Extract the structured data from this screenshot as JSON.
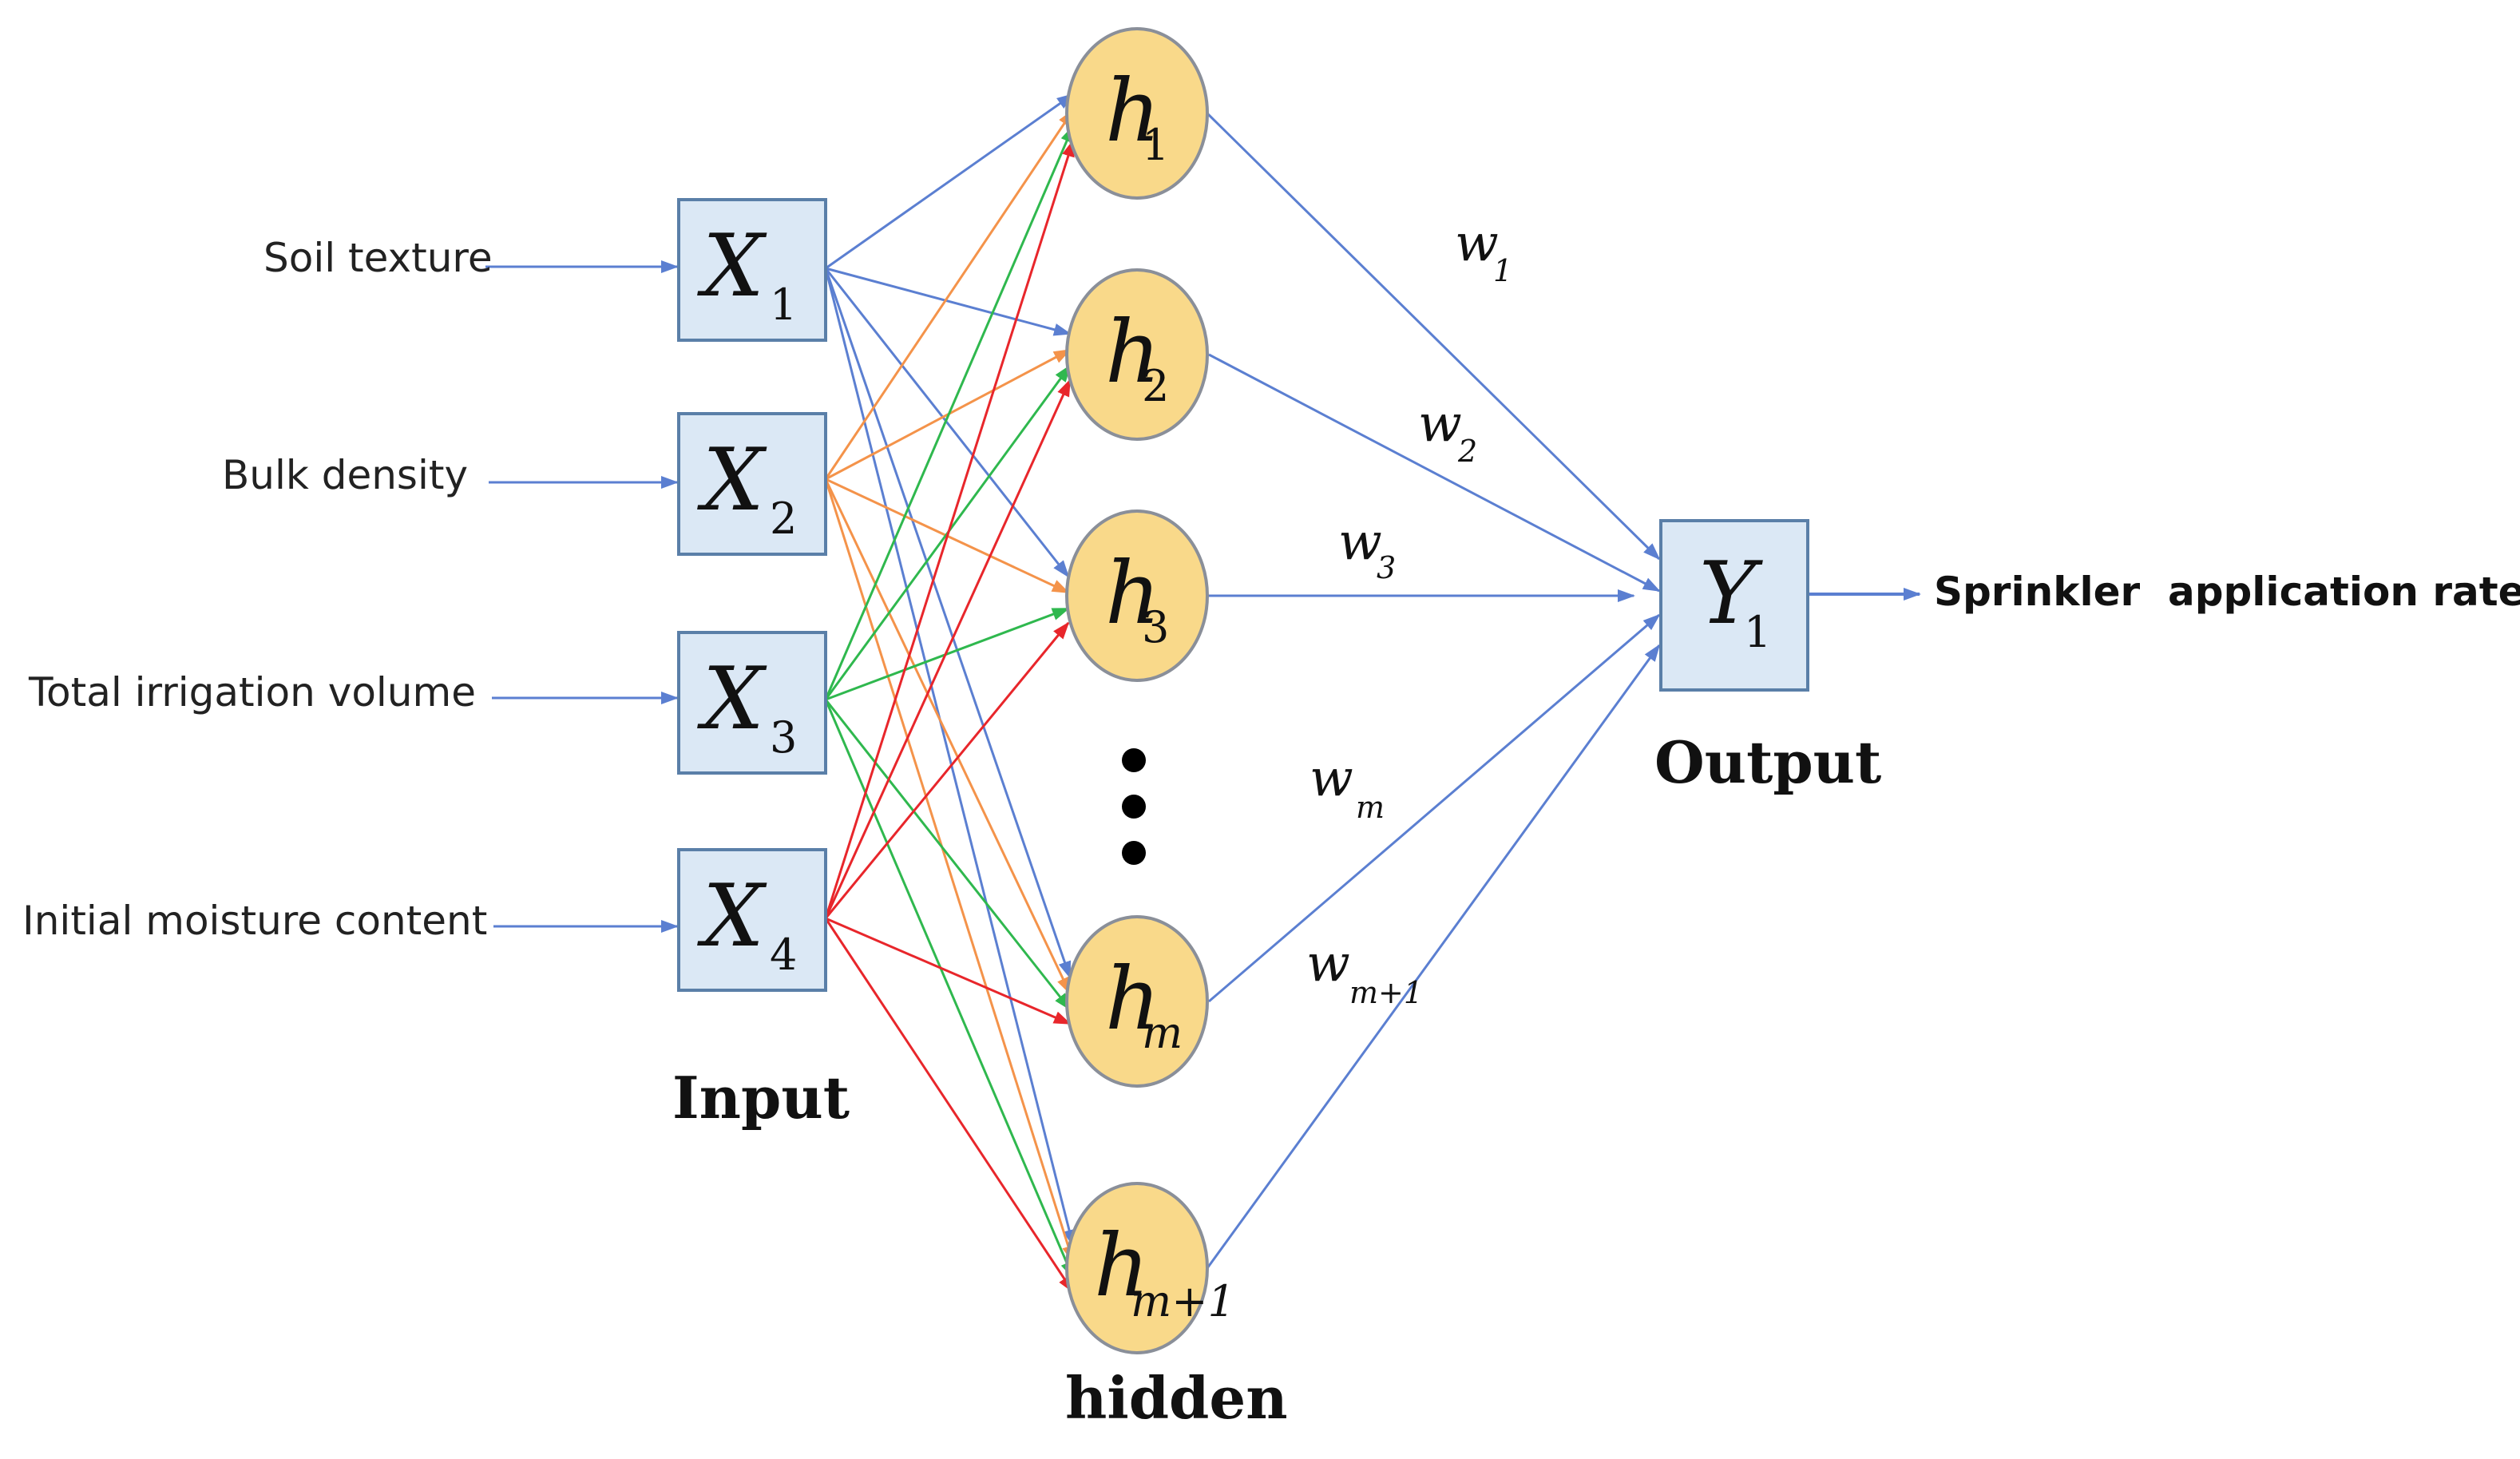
{
  "colors": {
    "input_to_hidden_x1": "#5b7fd1",
    "input_to_hidden_x2": "#f4934a",
    "input_to_hidden_x3": "#2fb84e",
    "input_to_hidden_x4": "#e8262b",
    "hidden_to_output": "#5b7fd1",
    "feature_arrow": "#5b7fd1",
    "input_box_fill": "#dbe8f5",
    "hidden_node_fill": "#f9d98a"
  },
  "inputs": [
    {
      "feature": "Soil texture",
      "symbol": "X",
      "sub": "1"
    },
    {
      "feature": "Bulk density",
      "symbol": "X",
      "sub": "2"
    },
    {
      "feature": "Total irrigation volume",
      "symbol": "X",
      "sub": "3"
    },
    {
      "feature": "Initial moisture content",
      "symbol": "X",
      "sub": "4"
    }
  ],
  "hidden": [
    {
      "symbol": "h",
      "sub": "1"
    },
    {
      "symbol": "h",
      "sub": "2"
    },
    {
      "symbol": "h",
      "sub": "3"
    },
    {
      "symbol": "h",
      "sub": "m"
    },
    {
      "symbol": "h",
      "sub": "m+1"
    }
  ],
  "output": {
    "symbol": "Y",
    "sub": "1",
    "label": "Sprinkler  application rate"
  },
  "weights": [
    {
      "symbol": "w",
      "sub": "1"
    },
    {
      "symbol": "w",
      "sub": "2"
    },
    {
      "symbol": "w",
      "sub": "3"
    },
    {
      "symbol": "w",
      "sub": "m"
    },
    {
      "symbol": "w",
      "sub": "m+1"
    }
  ],
  "section_labels": {
    "input": "Input",
    "hidden": "hidden",
    "output": "Output"
  }
}
